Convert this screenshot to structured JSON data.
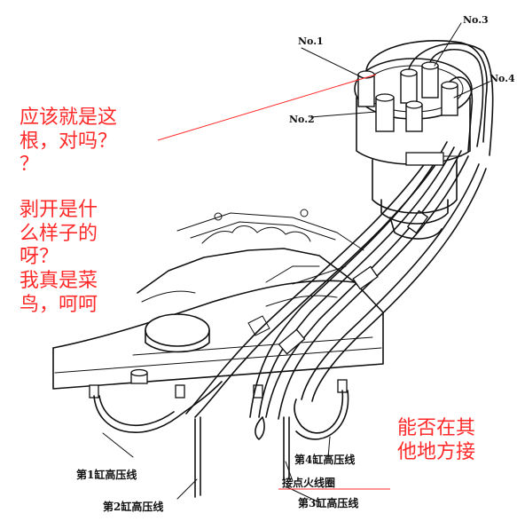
{
  "labels": {
    "no1": "No.1",
    "no2": "No.2",
    "no3": "No.3",
    "no4": "No.4",
    "cyl1": "第1缸高压线",
    "cyl2": "第2缸高压线",
    "cyl3": "第3缸高压线",
    "cyl4": "第4缸高压线",
    "coil": "接点火线圈"
  },
  "annotations": {
    "left_note_lines": [
      "应该就是这",
      "根，对吗？",
      "？"
    ],
    "left_note2_lines": [
      "剥开是什",
      "么样子的",
      "呀？",
      "我真是菜",
      "鸟，呵呵"
    ],
    "right_note_lines": [
      "能否在其",
      "他地方接"
    ]
  },
  "colors": {
    "annotation": "#ff2a2a",
    "ink": "#111111"
  }
}
